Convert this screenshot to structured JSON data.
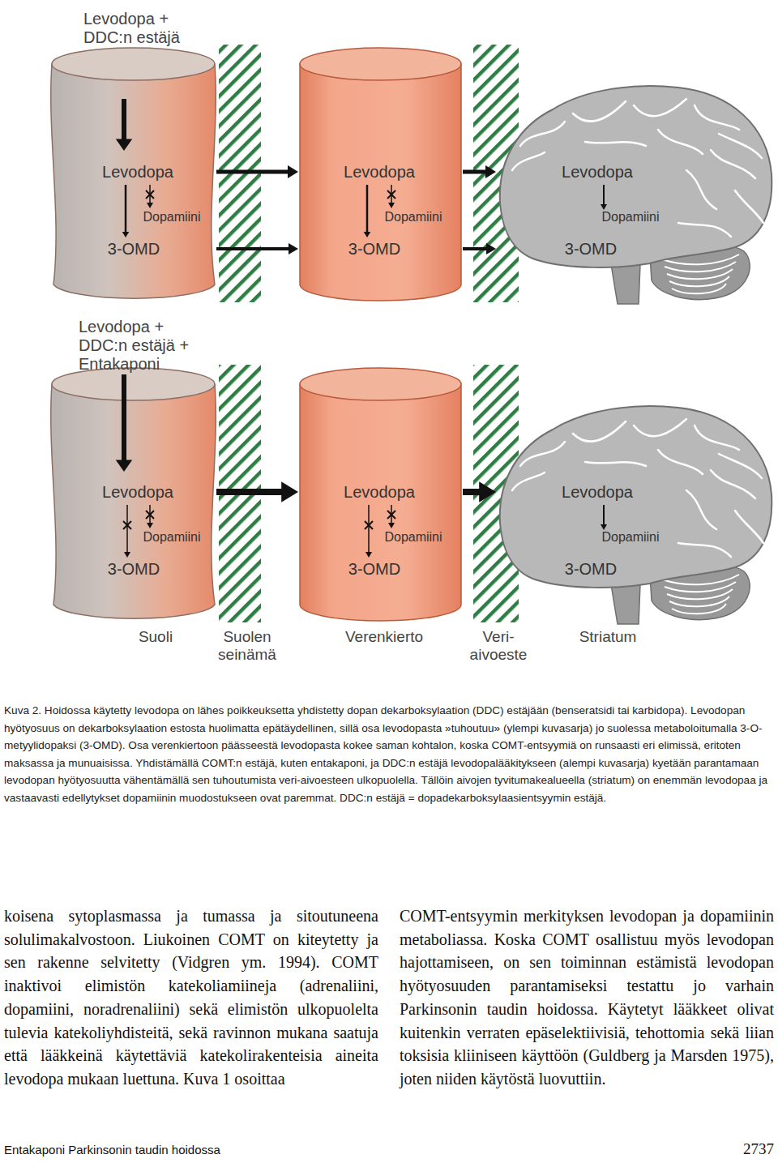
{
  "diagram": {
    "caption": "Kuva 2. Hoidossa käytetty levodopa on lähes poikkeuksetta yhdistetty dopan dekarboksylaation (DDC) estäjään (benseratsidi tai karbidopa). Levodopan hyötyosuus on dekarboksylaation estosta huolimatta epätäydellinen, sillä osa levodopasta »tuhoutuu» (ylempi kuvasarja) jo suolessa metaboloitumalla 3-O-metyylidopaksi (3-OMD). Osa verenkiertoon päässeestä levodopasta kokee saman kohtalon, koska COMT-entsyymiä on runsaasti eri elimissä, eritoten maksassa ja munuaisissa. Yhdistämällä COMT:n estäjä, kuten entakaponi, ja DDC:n estäjä levodopalääkitykseen (alempi kuvasarja) kyetään parantamaan levodopan hyötyosuutta vähentämällä sen tuhoutumista veri-aivoesteen ulkopuolella. Tällöin aivojen tyvitumakealueella (striatum) on enemmän levodopaa ja vastaavasti edellytykset dopamiinin muodostukseen ovat paremmat. DDC:n estäjä = dopadekarboksylaasientsyymin estäjä.",
    "nodes": [
      {
        "text": [
          "Levodopa",
          "Dopamiini",
          "3-OMD"
        ]
      },
      {
        "text": [
          "Levodopa",
          "Dopamiini",
          "3-OMD"
        ]
      },
      {
        "text": [
          "Levodopa",
          "Dopamiini",
          "3-OMD"
        ]
      },
      {
        "text": [
          "Levodopa",
          "Dopamiini",
          "3-OMD"
        ]
      },
      {
        "text": [
          "Levodopa",
          "Dopamiini",
          "3-OMD"
        ]
      },
      {
        "text": [
          "Levodopa",
          "Dopamiini",
          "3-OMD"
        ]
      }
    ],
    "edges": [
      {
        "from": 0,
        "to": 1,
        "arrow": "to"
      },
      {
        "from": 0,
        "to": 1,
        "arrow": "to"
      },
      {
        "from": 1,
        "to": 2,
        "arrow": "to"
      },
      {
        "from": 1,
        "to": 2,
        "arrow": "to"
      },
      {
        "from": 3,
        "to": 4,
        "arrow": "to"
      },
      {
        "from": 4,
        "to": 5,
        "arrow": "to"
      }
    ],
    "labels": [
      "Levodopa + DDC:n estäjä",
      "Levodopa + DDC:n estäjä + Entakaponi",
      "Suoli",
      "Suolen seinämä",
      "Verenkierto",
      "Veri- aivoeste",
      "Striatum",
      "koisena sytoplasmassa ja tumassa ja sitoutuneena solulimakalvostoon. Liukoinen COMT on kiteytetty ja sen rakenne selvitetty (Vidgren ym. 1994). COMT inaktivoi elimistön katekoliamiineja (adrenaliini, dopamiini, noradrenaliini) sekä elimistön ulkopuolelta tulevia katekoliyhdisteitä, sekä ravinnon mukana saatuja että lääkkeinä käytettäviä katekolirakenteisia aineita levodopa mukaan luettuna. Kuva 1 osoittaa",
      "COMT-entsyymin merkityksen levodopan ja dopamiinin metaboliassa. Koska COMT osallistuu myös levodopan hajottamiseen, on sen toiminnan estämistä levodopan hyötyosuuden parantamiseksi testattu jo varhain Parkinsonin taudin hoidossa. Käytetyt lääkkeet olivat kuitenkin verraten epäselektiivisiä, tehottomia sekä liian toksisia kliiniseen käyttöön (Guldberg ja Marsden 1975), joten niiden käytöstä luovuttiin.",
      "Entakaponi Parkinsonin taudin hoidossa",
      "2737"
    ]
  }
}
